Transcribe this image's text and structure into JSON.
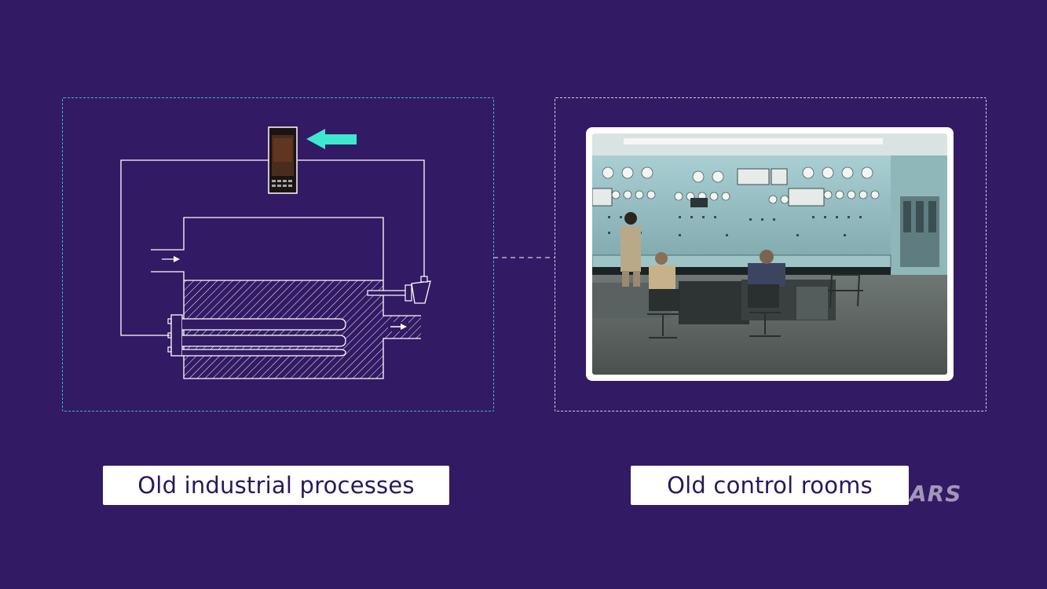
{
  "colors": {
    "background": "#331a64",
    "left_panel_border": "#34b9d6",
    "right_panel_border": "#d4cce8",
    "arrow_accent": "#3de8cf",
    "label_text": "#2a1859"
  },
  "left_panel": {
    "label": "Old industrial processes",
    "controller_icon": "controller-device-icon",
    "pointer_icon": "arrow-left-icon"
  },
  "right_panel": {
    "label": "Old control rooms",
    "photo_icon": "control-room-photo"
  },
  "watermark": "ARS"
}
